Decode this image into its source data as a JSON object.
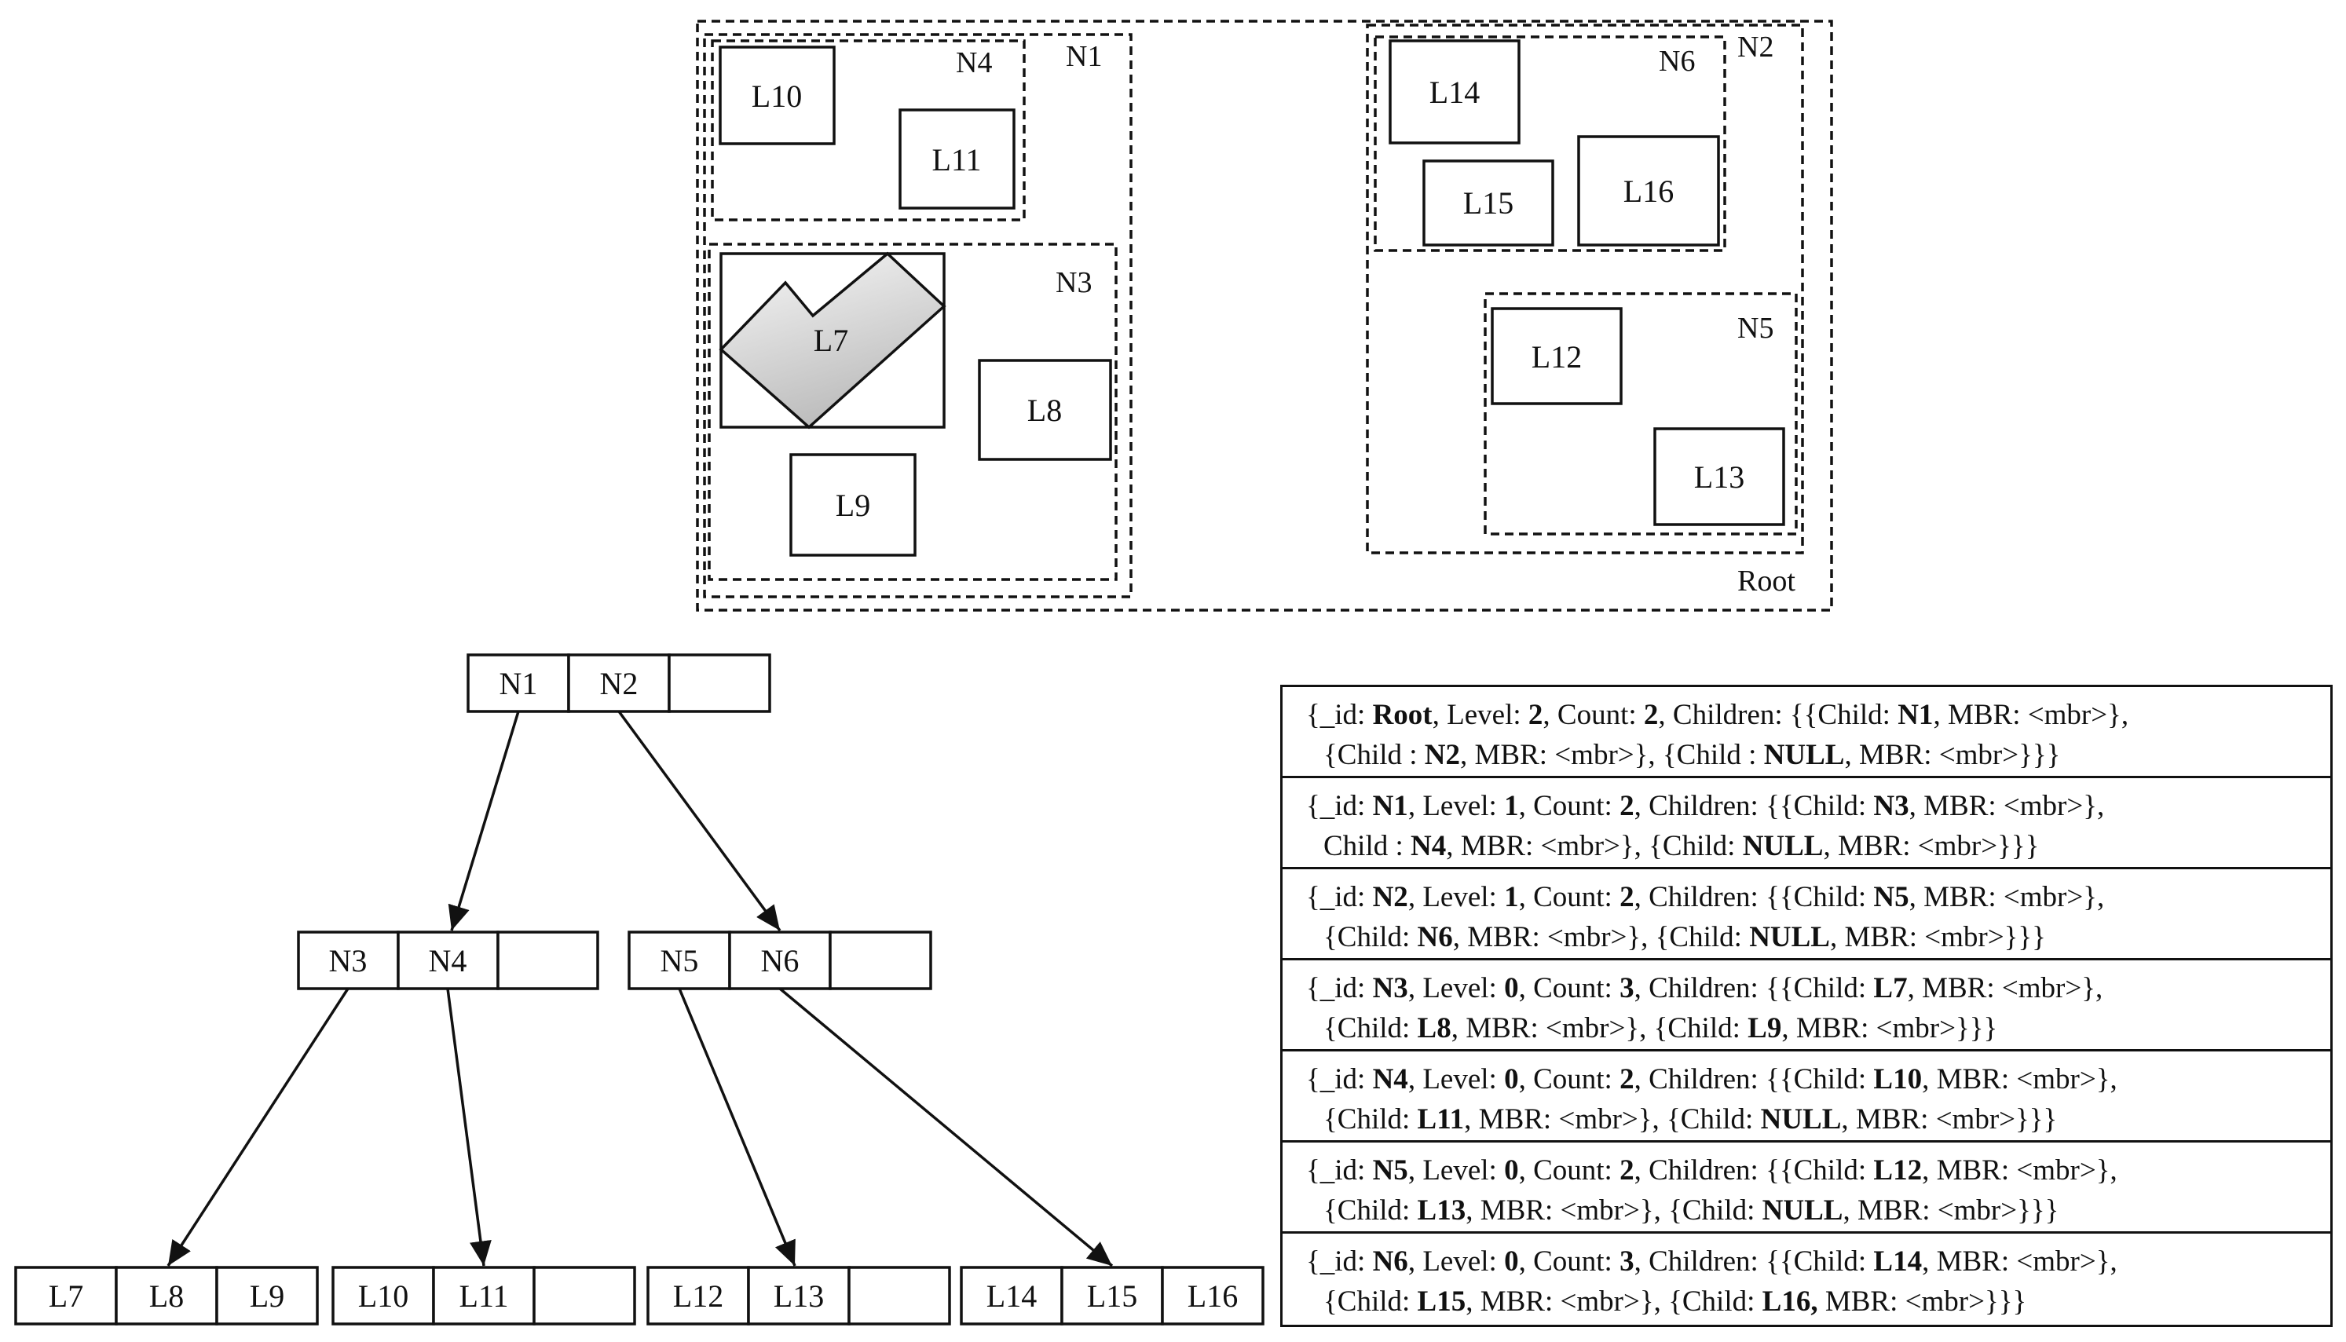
{
  "mbr_labels": {
    "root": "Root",
    "n1": "N1",
    "n2": "N2",
    "n3": "N3",
    "n4": "N4",
    "n5": "N5",
    "n6": "N6"
  },
  "leaf_labels": {
    "l7": "L7",
    "l8": "L8",
    "l9": "L9",
    "l10": "L10",
    "l11": "L11",
    "l12": "L12",
    "l13": "L13",
    "l14": "L14",
    "l15": "L15",
    "l16": "L16"
  },
  "tree": {
    "root_node": [
      "N1",
      "N2",
      ""
    ],
    "left_node": [
      "N3",
      "N4",
      ""
    ],
    "right_node": [
      "N5",
      "N6",
      ""
    ],
    "leaf_node_a": [
      "L7",
      "L8",
      "L9"
    ],
    "leaf_node_b": [
      "L10",
      "L11",
      ""
    ],
    "leaf_node_c": [
      "L12",
      "L13",
      ""
    ],
    "leaf_node_d": [
      "L14",
      "L15",
      "L16"
    ]
  },
  "documents": [
    [
      [
        {
          "t": "{_id: "
        },
        {
          "t": "Root",
          "b": true
        },
        {
          "t": ", Level: "
        },
        {
          "t": "2",
          "b": true
        },
        {
          "t": ", Count: "
        },
        {
          "t": "2",
          "b": true
        },
        {
          "t": ", Children: {{Child: "
        },
        {
          "t": "N1",
          "b": true
        },
        {
          "t": ", MBR: <mbr>},"
        }
      ],
      [
        {
          "t": "{Child : "
        },
        {
          "t": "N2",
          "b": true
        },
        {
          "t": ", MBR: <mbr>}, {Child : "
        },
        {
          "t": "NULL",
          "b": true
        },
        {
          "t": ", MBR: <mbr>}}}"
        }
      ]
    ],
    [
      [
        {
          "t": "{_id: "
        },
        {
          "t": "N1",
          "b": true
        },
        {
          "t": ", Level: "
        },
        {
          "t": "1",
          "b": true
        },
        {
          "t": ", Count: "
        },
        {
          "t": "2",
          "b": true
        },
        {
          "t": ", Children: {{Child: "
        },
        {
          "t": "N3",
          "b": true
        },
        {
          "t": ", MBR: <mbr>},"
        }
      ],
      [
        {
          "t": "Child : "
        },
        {
          "t": "N4",
          "b": true
        },
        {
          "t": ", MBR: <mbr>}, {Child: "
        },
        {
          "t": "NULL",
          "b": true
        },
        {
          "t": ", MBR: <mbr>}}}"
        }
      ]
    ],
    [
      [
        {
          "t": "{_id: "
        },
        {
          "t": "N2",
          "b": true
        },
        {
          "t": ", Level: "
        },
        {
          "t": "1",
          "b": true
        },
        {
          "t": ", Count: "
        },
        {
          "t": "2",
          "b": true
        },
        {
          "t": ", Children: {{Child: "
        },
        {
          "t": "N5",
          "b": true
        },
        {
          "t": ", MBR: <mbr>},"
        }
      ],
      [
        {
          "t": "{Child: "
        },
        {
          "t": "N6",
          "b": true
        },
        {
          "t": ", MBR: <mbr>}, {Child: "
        },
        {
          "t": "NULL",
          "b": true
        },
        {
          "t": ", MBR: <mbr>}}}"
        }
      ]
    ],
    [
      [
        {
          "t": "{_id: "
        },
        {
          "t": "N3",
          "b": true
        },
        {
          "t": ", Level: "
        },
        {
          "t": "0",
          "b": true
        },
        {
          "t": ", Count: "
        },
        {
          "t": "3",
          "b": true
        },
        {
          "t": ", Children: {{Child: "
        },
        {
          "t": "L7",
          "b": true
        },
        {
          "t": ", MBR: <mbr>},"
        }
      ],
      [
        {
          "t": "{Child: "
        },
        {
          "t": "L8",
          "b": true
        },
        {
          "t": ", MBR: <mbr>}, {Child: "
        },
        {
          "t": "L9",
          "b": true
        },
        {
          "t": ", MBR: <mbr>}}}"
        }
      ]
    ],
    [
      [
        {
          "t": "{_id: "
        },
        {
          "t": "N4",
          "b": true
        },
        {
          "t": ", Level: "
        },
        {
          "t": "0",
          "b": true
        },
        {
          "t": ", Count: "
        },
        {
          "t": "2",
          "b": true
        },
        {
          "t": ", Children: {{Child: "
        },
        {
          "t": "L10",
          "b": true
        },
        {
          "t": ", MBR: <mbr>},"
        }
      ],
      [
        {
          "t": "{Child: "
        },
        {
          "t": "L11",
          "b": true
        },
        {
          "t": ", MBR: <mbr>}, {Child: "
        },
        {
          "t": "NULL",
          "b": true
        },
        {
          "t": ", MBR: <mbr>}}}"
        }
      ]
    ],
    [
      [
        {
          "t": "{_id: "
        },
        {
          "t": "N5",
          "b": true
        },
        {
          "t": ", Level: "
        },
        {
          "t": "0",
          "b": true
        },
        {
          "t": ", Count: "
        },
        {
          "t": "2",
          "b": true
        },
        {
          "t": ", Children: {{Child: "
        },
        {
          "t": "L12",
          "b": true
        },
        {
          "t": ", MBR: <mbr>},"
        }
      ],
      [
        {
          "t": "{Child: "
        },
        {
          "t": "L13",
          "b": true
        },
        {
          "t": ", MBR: <mbr>}, {Child: "
        },
        {
          "t": "NULL",
          "b": true
        },
        {
          "t": ", MBR: <mbr>}}}"
        }
      ]
    ],
    [
      [
        {
          "t": "{_id: "
        },
        {
          "t": "N6",
          "b": true
        },
        {
          "t": ", Level: "
        },
        {
          "t": "0",
          "b": true
        },
        {
          "t": ", Count: "
        },
        {
          "t": "3",
          "b": true
        },
        {
          "t": ", Children: {{Child: "
        },
        {
          "t": "L14",
          "b": true
        },
        {
          "t": ", MBR: <mbr>},"
        }
      ],
      [
        {
          "t": "{Child: "
        },
        {
          "t": "L15",
          "b": true
        },
        {
          "t": ", MBR: <mbr>}, {Child: "
        },
        {
          "t": "L16,",
          "b": true
        },
        {
          "t": " MBR: <mbr>}}}"
        }
      ]
    ]
  ],
  "colors": {
    "line": "#111111",
    "polygon_light": "#f6f6f6",
    "polygon_dark": "#bdbdbd"
  }
}
